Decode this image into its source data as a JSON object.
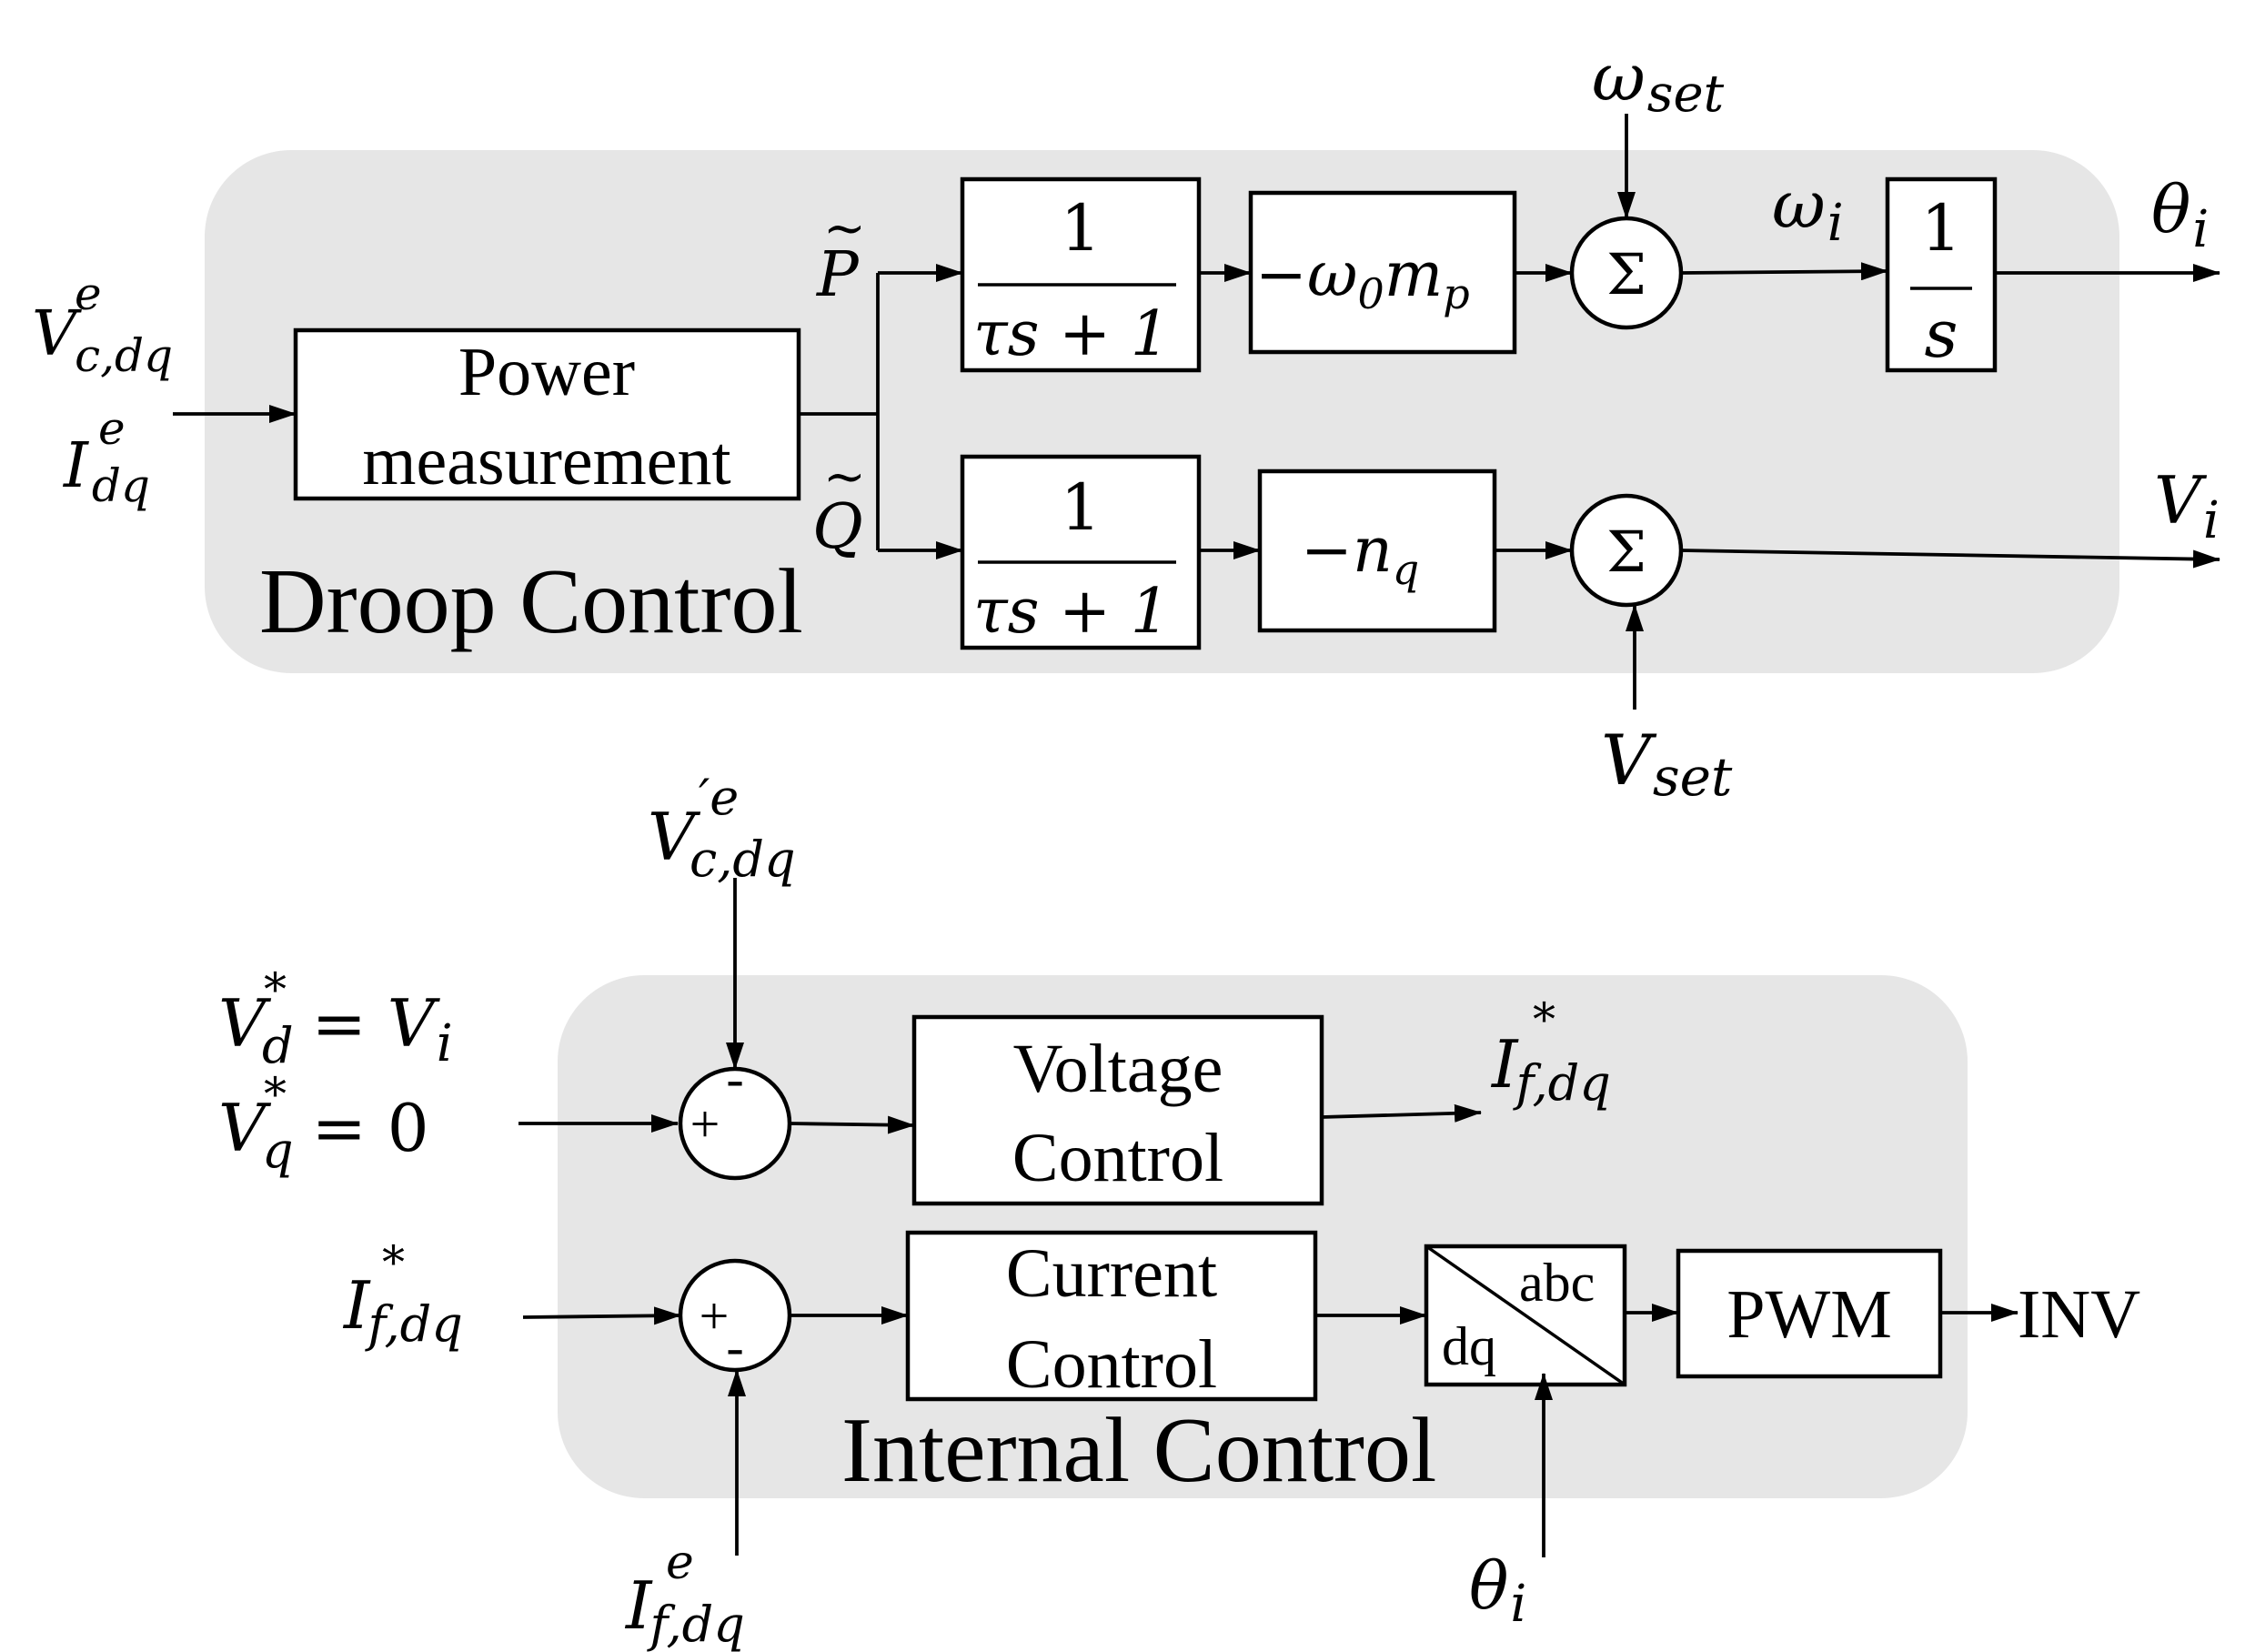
{
  "colors": {
    "panel": "#e6e6e6",
    "line": "#000000",
    "box_fill": "#ffffff"
  },
  "droop": {
    "title": "Droop Control",
    "power_box": {
      "line1": "Power",
      "line2": "measurement"
    },
    "input": {
      "v_main": "V",
      "v_sup": "e",
      "v_sub": "c,dq",
      "i_main": "I",
      "i_sup": "e",
      "i_sub": "dq"
    },
    "p_label": "P",
    "q_label": "Q",
    "tilde": "~",
    "lpf_top": {
      "num": "1",
      "den": "τs + 1"
    },
    "lpf_bot": {
      "num": "1",
      "den": "τs + 1"
    },
    "gain_p": {
      "a": "−ω",
      "a_sub": "0",
      "b": "m",
      "b_sub": "p"
    },
    "gain_q": {
      "a": "−n",
      "a_sub": "q"
    },
    "sum_symbol": "Σ",
    "omega_set": {
      "main": "ω",
      "sub": "set"
    },
    "v_set": {
      "main": "V",
      "sub": "set"
    },
    "omega_i": {
      "main": "ω",
      "sub": "i"
    },
    "integrator": {
      "num": "1",
      "den": "s"
    },
    "theta_out": {
      "main": "θ",
      "sub": "i"
    },
    "v_out": {
      "main": "V",
      "sub": "i"
    }
  },
  "internal": {
    "title": "Internal Control",
    "vref": {
      "d_main": "V",
      "d_sup": "*",
      "d_sub": "d",
      "d_rhs": "= V",
      "d_rhs_sub": "i",
      "q_main": "V",
      "q_sup": "*",
      "q_sub": "q",
      "q_rhs": "= 0"
    },
    "vfb": {
      "main": "V",
      "sup": "′e",
      "sub": "c,dq"
    },
    "voltage_box": {
      "line1": "Voltage",
      "line2": "Control"
    },
    "current_box": {
      "line1": "Current",
      "line2": "Control"
    },
    "iref_out": {
      "main": "I",
      "sup": "*",
      "sub": "f,dq"
    },
    "iref_in": {
      "main": "I",
      "sup": "*",
      "sub": "f,dq"
    },
    "ifb": {
      "main": "I",
      "sup": "e",
      "sub": "f,dq"
    },
    "plus": "+",
    "minus": "-",
    "transform": {
      "top": "abc",
      "bottom": "dq"
    },
    "pwm": "PWM",
    "inv": "INV",
    "theta_in": {
      "main": "θ",
      "sub": "i"
    }
  }
}
